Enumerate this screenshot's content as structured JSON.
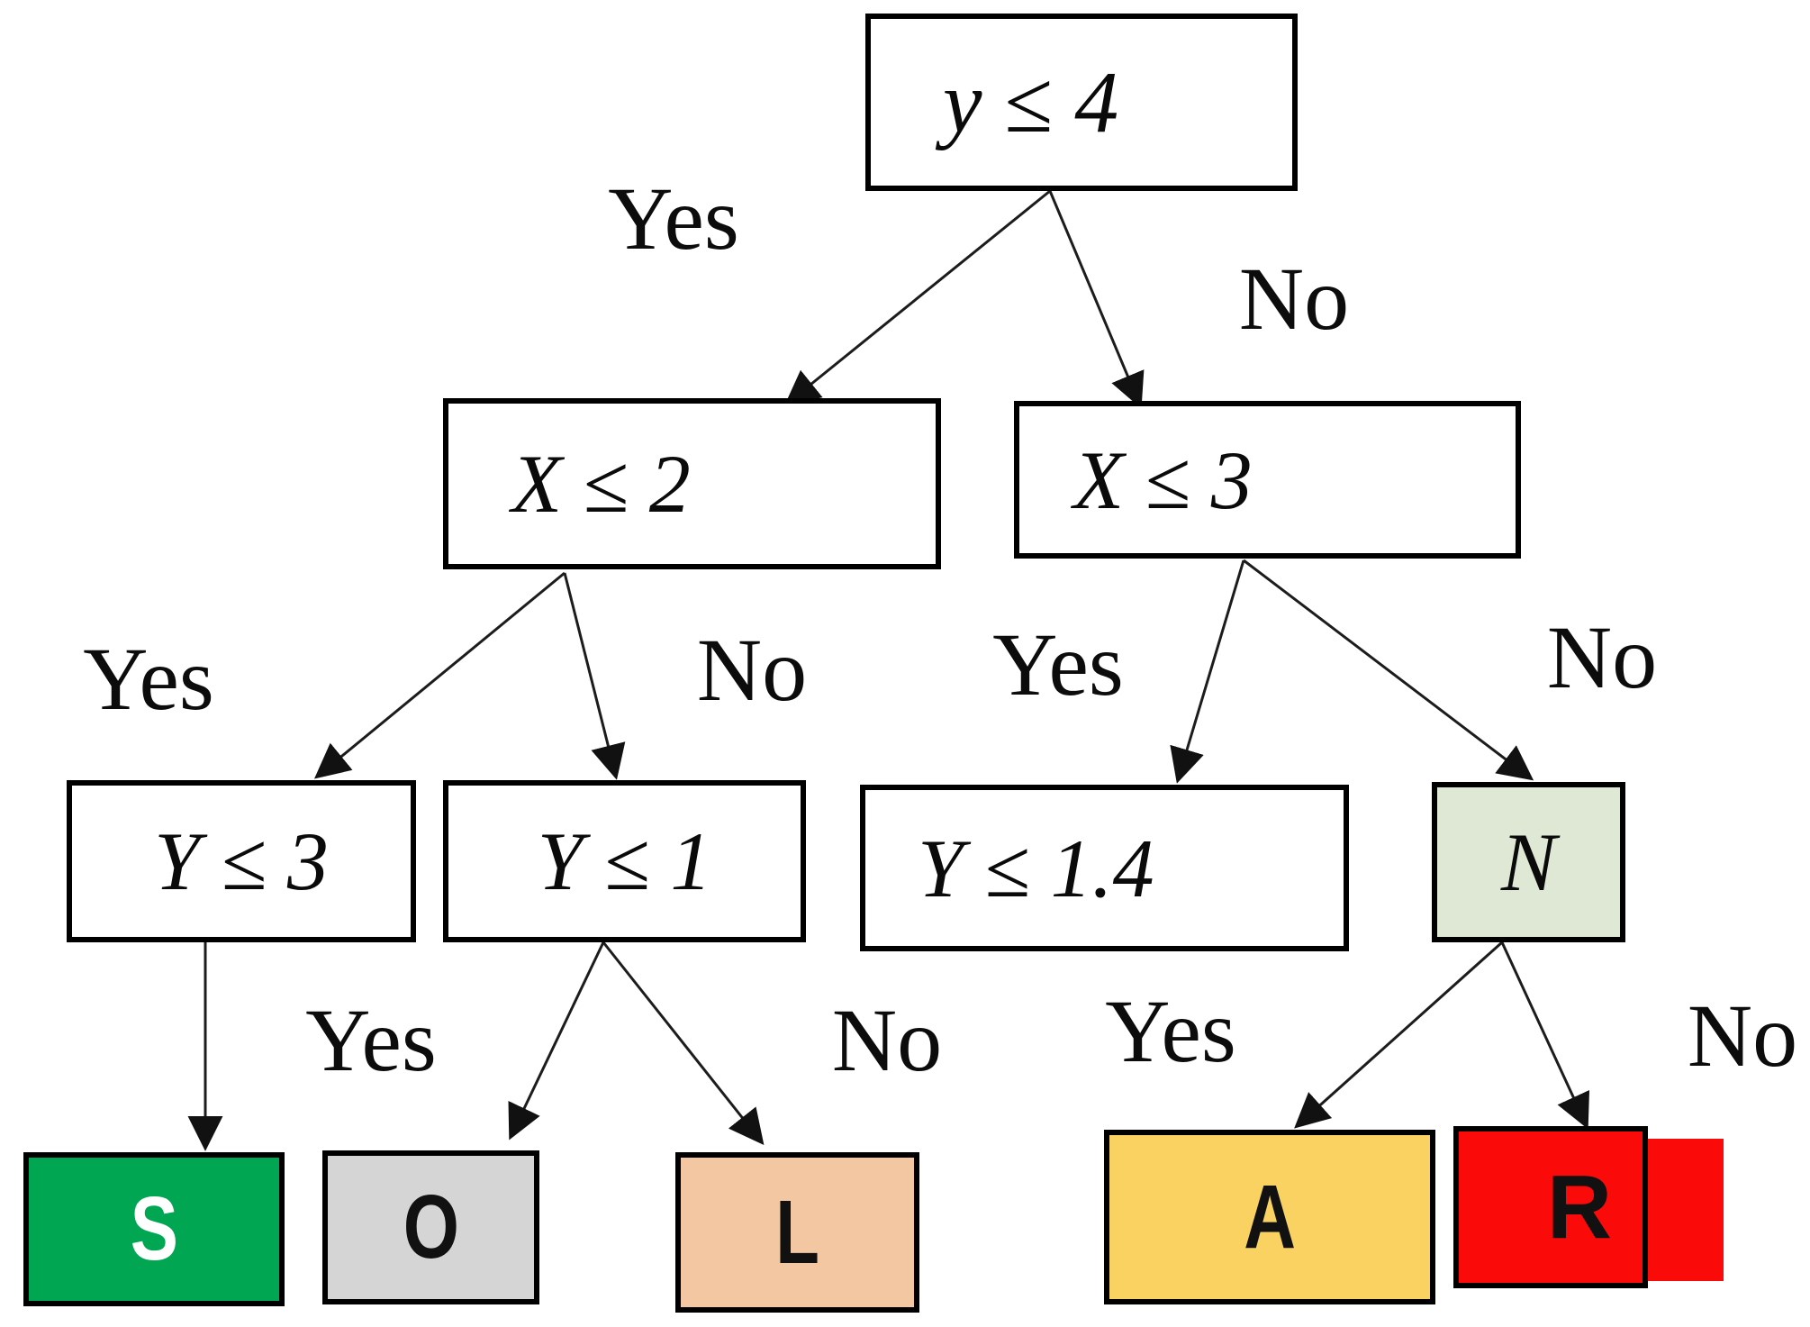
{
  "diagram": {
    "type": "decision-tree",
    "nodes": {
      "root": {
        "condition": "y ≤ 4"
      },
      "x2": {
        "condition": "X ≤ 2"
      },
      "x3": {
        "condition": "X ≤ 3"
      },
      "y3": {
        "condition": "Y ≤ 3"
      },
      "y1": {
        "condition": "Y ≤ 1"
      },
      "y14": {
        "condition": "Y ≤ 1.4"
      },
      "n": {
        "condition": "N",
        "fill": "#dfe8d4"
      }
    },
    "leaves": {
      "s": {
        "label": "S",
        "fill": "#00a651",
        "text_color": "#ffffff"
      },
      "o": {
        "label": "O",
        "fill": "#d5d5d5",
        "text_color": "#111111"
      },
      "l": {
        "label": "L",
        "fill": "#f3c7a1",
        "text_color": "#111111"
      },
      "a": {
        "label": "A",
        "fill": "#f9d262",
        "text_color": "#111111"
      },
      "r": {
        "label": "R",
        "fill": "#fa0b0a",
        "text_color": "#111111"
      }
    },
    "edges": {
      "root_x2": {
        "from": "y ≤ 4",
        "to": "X ≤ 2",
        "label": "Yes"
      },
      "root_x3": {
        "from": "y ≤ 4",
        "to": "X ≤ 3",
        "label": "No"
      },
      "x2_y3": {
        "from": "X ≤ 2",
        "to": "Y ≤ 3",
        "label": "Yes"
      },
      "x2_y1": {
        "from": "X ≤ 2",
        "to": "Y ≤ 1",
        "label": "No"
      },
      "x3_y14": {
        "from": "X ≤ 3",
        "to": "Y ≤ 1.4",
        "label": "Yes"
      },
      "x3_n": {
        "from": "X ≤ 3",
        "to": "N",
        "label": "No"
      },
      "y3_s": {
        "from": "Y ≤ 3",
        "to": "S",
        "label": ""
      },
      "y1_o": {
        "from": "Y ≤ 1",
        "to": "O",
        "label": "Yes"
      },
      "y1_l": {
        "from": "Y ≤ 1",
        "to": "L",
        "label": "No"
      },
      "n_a": {
        "from": "N",
        "to": "A",
        "label": "Yes"
      },
      "n_r": {
        "from": "N",
        "to": "R",
        "label": "No"
      }
    },
    "colors": {
      "node_border": "#000000",
      "edge_line": "#1c1c1c",
      "background": "#ffffff"
    }
  }
}
